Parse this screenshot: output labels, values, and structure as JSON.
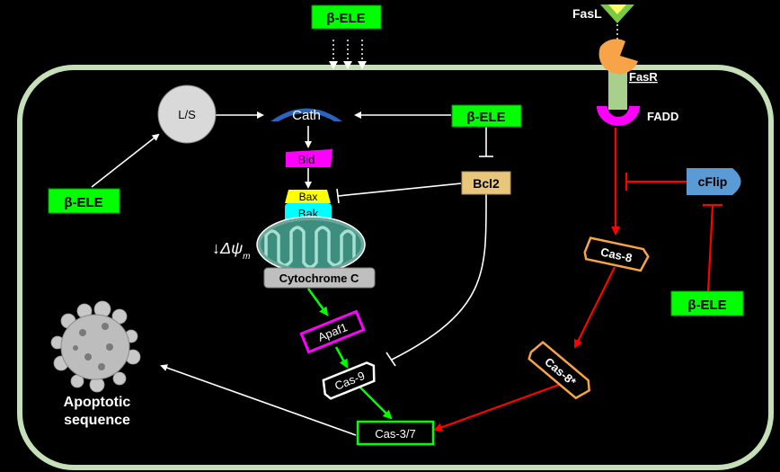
{
  "colors": {
    "background": "#000000",
    "cell_membrane": "#c5dfb9",
    "green_box": "#00ff00",
    "magenta": "#ff00ff",
    "orange": "#f7a347",
    "red_arrow": "#ff0000",
    "green_arrow": "#00ff00",
    "cath": "#2a64c0",
    "bcl2": "#e8c77a",
    "bax": "#ffff00",
    "bak": "#00ffff",
    "cflip": "#5b9bd5",
    "fadd": "#ff00ff",
    "fasl": "#7ac943",
    "fasr": "#f7a347",
    "receptor_stalk": "#a8d08d"
  },
  "labels": {
    "beta_ele_top": "β-ELE",
    "beta_ele_left": "β-ELE",
    "beta_ele_mid": "β-ELE",
    "beta_ele_right": "β-ELE",
    "ls": "L/S",
    "cath": "Cath",
    "bid": "Bid",
    "bax": "Bax",
    "bak": "Bak",
    "bcl2": "Bcl2",
    "delta_psi": "↓Δψ",
    "delta_psi_sub": "m",
    "cytochrome_c": "Cytochrome C",
    "apaf1": "Apaf1",
    "cas9": "Cas-9",
    "cas37": "Cas-3/7",
    "apoptotic_line1": "Apoptotic",
    "apoptotic_line2": "sequence",
    "fasl": "FasL",
    "fasr": "FasR",
    "fadd": "FADD",
    "cflip": "cFlip",
    "cas8": "Cas-8",
    "cas8_active": "Cas-8*"
  },
  "icons": {
    "mitochondrion": "mitochondrion-icon",
    "apoptotic_cell": "apoptotic-cell-icon",
    "fas_ligand": "fas-ligand-icon",
    "fas_receptor": "fas-receptor-icon"
  }
}
